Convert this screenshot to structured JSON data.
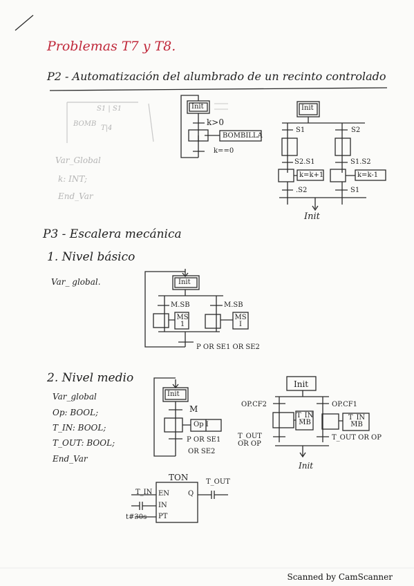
{
  "page_title": "Problemas T7 y T8.",
  "p2": {
    "heading": "P2 - Automatización del alumbrado de un recinto controlado",
    "faded_box_label_1": "S1 | S1",
    "faded_box_label_2": "BOMB",
    "faded_box_label_3": "T|4",
    "faded_var": [
      "Var_Global",
      "k: INT;",
      "End_Var"
    ],
    "grafcet1": {
      "init": "Init",
      "cond1": "k>0",
      "action": "BOMBILLA",
      "cond2": "k==0"
    },
    "grafcet2": {
      "init": "Init",
      "s1": "S1",
      "s2": "S2",
      "c1": "S2.S1",
      "c2": "S1.S2",
      "a1": "k=k+1",
      "a2": "k=k-1",
      "c3": ".S2",
      "c4": "S1",
      "return": "Init"
    }
  },
  "p3": {
    "heading": "P3 - Escalera mecánica",
    "basic": {
      "heading": "1. Nivel básico",
      "var": "Var_ global.",
      "init": "Init",
      "left_cond": "M.SB",
      "right_cond": "M.SB",
      "left_action": "MS 1",
      "right_action": "MS I",
      "final_cond": "P OR SE1 OR SE2"
    },
    "medium": {
      "heading": "2. Nivel medio",
      "var_lines": [
        "Var_global",
        "Op: BOOL;",
        "T_IN: BOOL;",
        "T_OUT: BOOL;",
        "End_Var"
      ],
      "g1": {
        "init": "Init",
        "cond1": "M",
        "action": "Op I",
        "cond2": "P OR SE1",
        "cond3": "OR SE2"
      },
      "g2": {
        "init": "Init",
        "left_cond": "OP.CF2",
        "right_cond": "OP.CF1",
        "left_action": "T_IN MB",
        "right_action": "T_IN MB",
        "left_out": "T_OUT OR OP",
        "right_out": "T_OUT OR OP",
        "return": "Init"
      },
      "ton": {
        "label": "TON",
        "en": "EN",
        "in": "IN",
        "pt": "PT",
        "q": "Q",
        "in_label": "T_IN",
        "time": "t#30s",
        "out_label": "T_OUT"
      }
    }
  },
  "footer": "Scanned by CamScanner"
}
